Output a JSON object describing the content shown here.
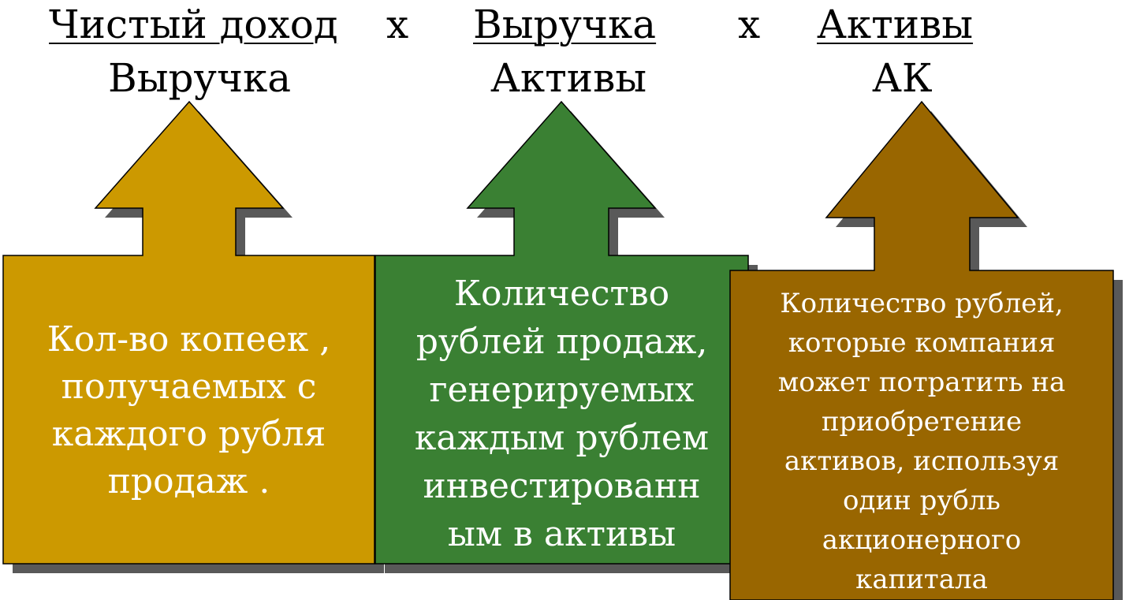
{
  "formula": {
    "term1_numerator": "Чистый доход",
    "times1": "х",
    "term2_numerator": "Выручка",
    "times2": "х",
    "term3_numerator": "Активы",
    "term1_denominator": "Выручка",
    "term2_denominator": "Активы",
    "term3_denominator": "АК"
  },
  "boxes": {
    "margin": {
      "color": "#CC9900",
      "lines": [
        "Кол-во копеек ,",
        "получаемых с",
        "каждого рубля",
        "продаж ."
      ]
    },
    "turnover": {
      "color": "#3A8033",
      "lines": [
        "Количество",
        "рублей продаж,",
        "генерируемых",
        "каждым рублем",
        "инвестированн",
        "ым в активы"
      ]
    },
    "leverage": {
      "color": "#996600",
      "lines": [
        "Количество рублей,",
        "которые компания",
        "может потратить на",
        "приобретение",
        "активов, используя",
        "один рубль",
        "акционерного",
        "капитала"
      ]
    }
  }
}
